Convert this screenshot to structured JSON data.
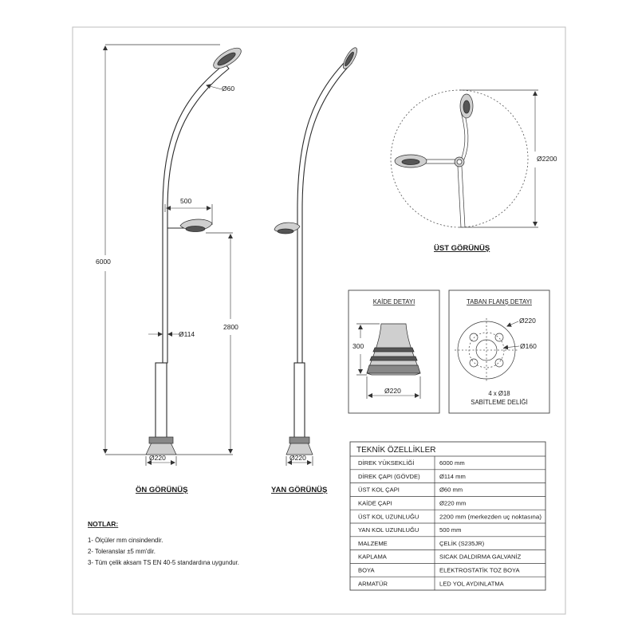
{
  "views": {
    "front": {
      "label": "ÖN GÖRÜNÜŞ",
      "dim_height": "6000",
      "dim_arm_diameter": "Ø60",
      "dim_side_arm": "500",
      "dim_body_diameter": "Ø114",
      "dim_side_height": "2800",
      "dim_base": "Ø220"
    },
    "side": {
      "label": "YAN GÖRÜNÜŞ",
      "dim_base": "Ø220"
    },
    "top": {
      "label": "ÜST GÖRÜNÜŞ",
      "dim_diameter": "Ø2200"
    }
  },
  "details": {
    "base": {
      "title": "KAİDE DETAYI",
      "dim_height": "300",
      "dim_width": "Ø220"
    },
    "flange": {
      "title": "TABAN FLANŞ DETAYI",
      "dim_outer": "Ø220",
      "dim_bolt_circle": "Ø160",
      "bolts": "4 x Ø18",
      "bolts_caption": "SABİTLEME DELİĞİ"
    }
  },
  "notes": {
    "title": "NOTLAR:",
    "items": [
      "1- Ölçüler mm cinsindendir.",
      "2- Toleranslar ±5 mm'dir.",
      "3- Tüm çelik aksam TS EN 40-5 standardına uygundur."
    ]
  },
  "specs": {
    "title": "TEKNİK ÖZELLİKLER",
    "rows": [
      {
        "label": "DİREK YÜKSEKLİĞİ",
        "value": "6000 mm"
      },
      {
        "label": "DİREK ÇAPI (GÖVDE)",
        "value": "Ø114 mm"
      },
      {
        "label": "ÜST KOL ÇAPI",
        "value": "Ø60 mm"
      },
      {
        "label": "KAİDE ÇAPI",
        "value": "Ø220 mm"
      },
      {
        "label": "ÜST KOL UZUNLUĞU",
        "value": "2200 mm (merkezden uç noktasına)"
      },
      {
        "label": "YAN KOL UZUNLUĞU",
        "value": "500 mm"
      },
      {
        "label": "MALZEME",
        "value": "ÇELİK (S235JR)"
      },
      {
        "label": "KAPLAMA",
        "value": "SICAK DALDIRMA GALVANİZ"
      },
      {
        "label": "BOYA",
        "value": "ELEKTROSTATİK TOZ BOYA"
      },
      {
        "label": "ARMATÜR",
        "value": "LED YOL AYDINLATMA"
      }
    ]
  }
}
